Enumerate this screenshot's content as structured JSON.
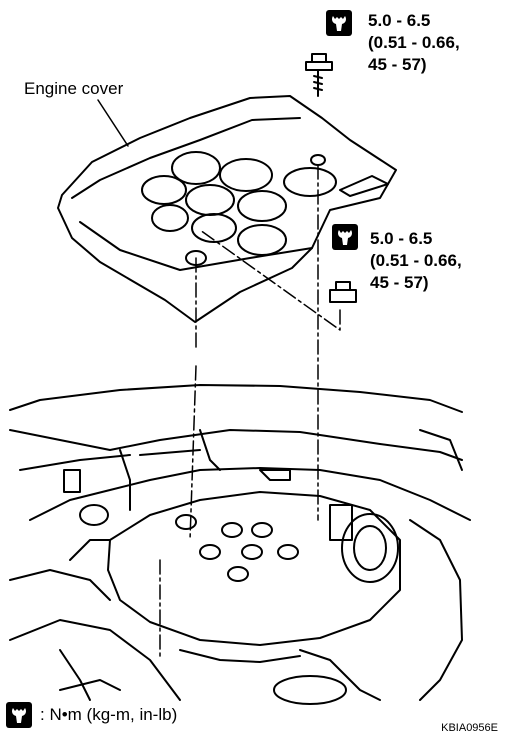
{
  "labels": {
    "engine_cover": "Engine cover",
    "figure_code": "KBIA0956E"
  },
  "torque_top": {
    "line1": "5.0 - 6.5",
    "line2": "(0.51 - 0.66,",
    "line3": "45 - 57)"
  },
  "torque_right": {
    "line1": "5.0 - 6.5",
    "line2": "(0.51 - 0.66,",
    "line3": "45 - 57)"
  },
  "legend": {
    "text": ": N•m (kg-m, in-lb)"
  },
  "icons": {
    "torque": "torque-wrench-icon"
  }
}
